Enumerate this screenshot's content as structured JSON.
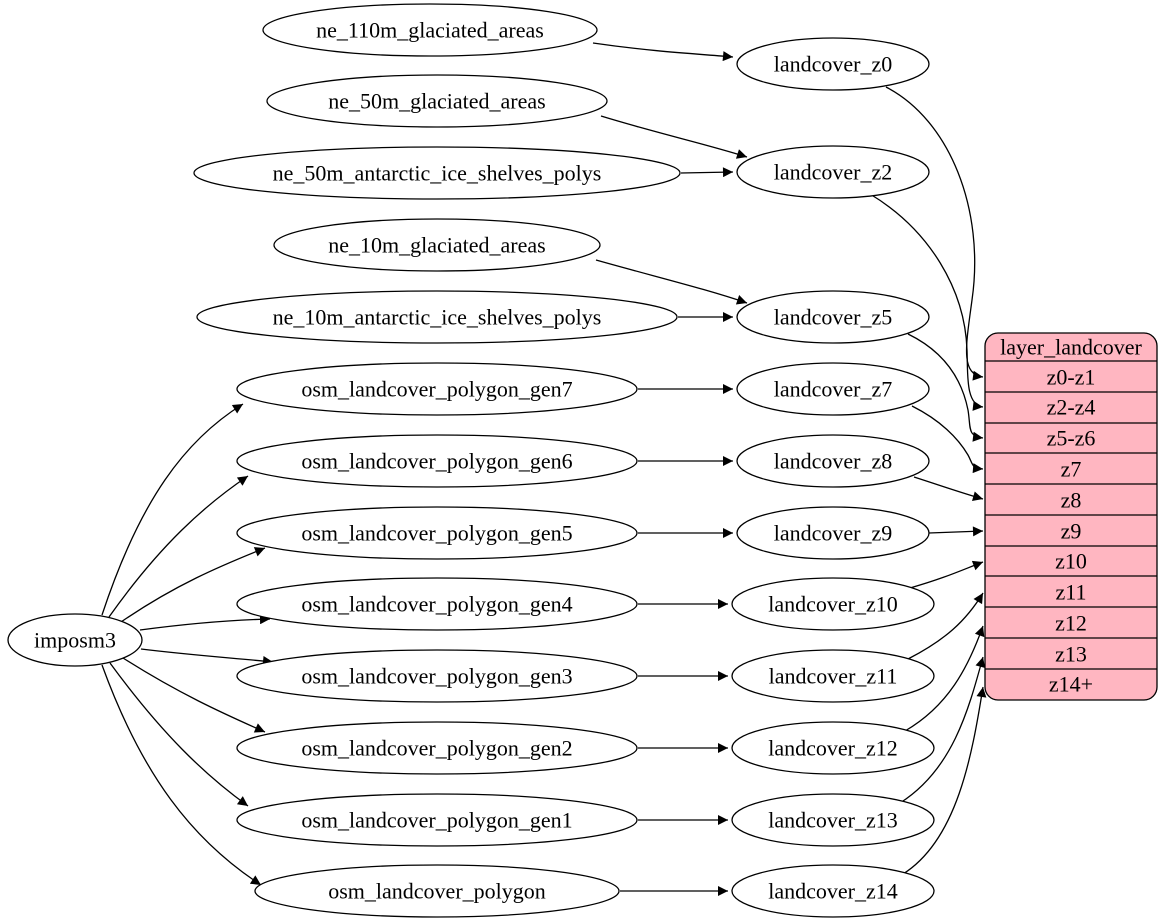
{
  "nodes": {
    "imposm3": "imposm3",
    "sources": [
      "ne_110m_glaciated_areas",
      "ne_50m_glaciated_areas",
      "ne_50m_antarctic_ice_shelves_polys",
      "ne_10m_glaciated_areas",
      "ne_10m_antarctic_ice_shelves_polys",
      "osm_landcover_polygon_gen7",
      "osm_landcover_polygon_gen6",
      "osm_landcover_polygon_gen5",
      "osm_landcover_polygon_gen4",
      "osm_landcover_polygon_gen3",
      "osm_landcover_polygon_gen2",
      "osm_landcover_polygon_gen1",
      "osm_landcover_polygon"
    ],
    "landcover": [
      "landcover_z0",
      "landcover_z2",
      "landcover_z5",
      "landcover_z7",
      "landcover_z8",
      "landcover_z9",
      "landcover_z10",
      "landcover_z11",
      "landcover_z12",
      "landcover_z13",
      "landcover_z14"
    ],
    "table": {
      "title": "layer_landcover",
      "rows": [
        "z0-z1",
        "z2-z4",
        "z5-z6",
        "z7",
        "z8",
        "z9",
        "z10",
        "z11",
        "z12",
        "z13",
        "z14+"
      ]
    }
  },
  "colors": {
    "table_fill": "#ffb6c1",
    "node_fill": "#ffffff",
    "stroke": "#000000",
    "background": "#ffffff"
  }
}
